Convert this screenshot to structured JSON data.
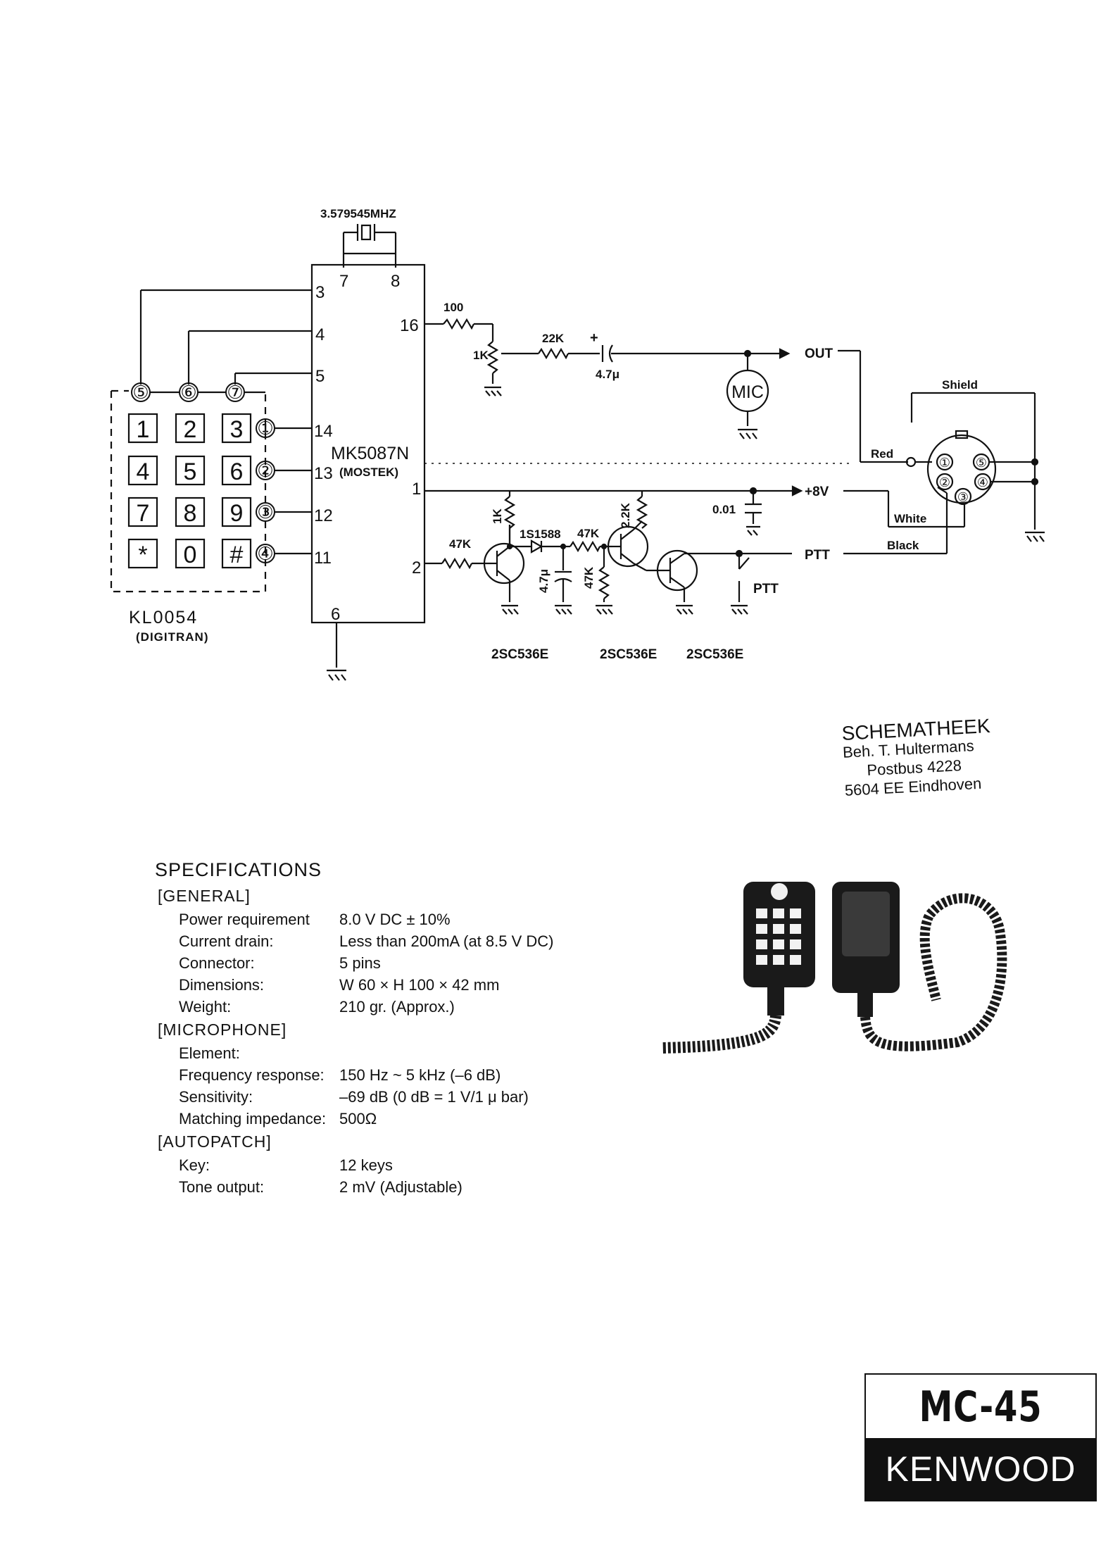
{
  "schematic": {
    "crystal": "3.579545MHZ",
    "ic_name": "MK5087N",
    "ic_maker": "(MOSTEK)",
    "ic_pins": {
      "p7": "7",
      "p8": "8",
      "p3": "3",
      "p4": "4",
      "p5": "5",
      "p16": "16",
      "p14": "14",
      "p13": "13",
      "p12": "12",
      "p11": "11",
      "p1": "1",
      "p2": "2",
      "p6": "6"
    },
    "keypad_name": "KL0054",
    "keypad_maker": "(DIGITRAN)",
    "keys": [
      "1",
      "2",
      "3",
      "4",
      "5",
      "6",
      "7",
      "8",
      "9",
      "*",
      "0",
      "#"
    ],
    "row_pins": [
      "①",
      "②",
      "③",
      "④"
    ],
    "col_pins": [
      "⑤",
      "⑥",
      "⑦"
    ],
    "resistors": {
      "r100": "100",
      "r1k_pot": "1K",
      "r22k": "22K",
      "r47k_in": "47K",
      "r1k_c": "1K",
      "r47k_mid": "47K",
      "r47k_lo": "47K",
      "r22k_c": "2.2K"
    },
    "capacitors": {
      "c47_out": "4.7μ",
      "c47_mid": "4.7μ",
      "c001": "0.01"
    },
    "diode": "1S1588",
    "mic": "MIC",
    "ptt_switch": "PTT",
    "transistors": [
      "2SC536E",
      "2SC536E",
      "2SC536E"
    ],
    "signals": {
      "out": "OUT",
      "v8": "+8V",
      "ptt": "PTT"
    },
    "wires": {
      "shield": "Shield",
      "red": "Red",
      "white": "White",
      "black": "Black"
    },
    "connector_pins": [
      "①",
      "②",
      "③",
      "④",
      "⑤"
    ]
  },
  "stamp": {
    "line1": "SCHEMATHEEK",
    "line2": "Beh. T. Hultermans",
    "line3": "Postbus 4228",
    "line4": "5604 EE  Eindhoven"
  },
  "specifications": {
    "title": "SPECIFICATIONS",
    "general_title": "[GENERAL]",
    "general": [
      {
        "label": "Power requirement",
        "value": "8.0 V DC ± 10%"
      },
      {
        "label": "Current drain:",
        "value": "Less than 200mA (at 8.5 V DC)"
      },
      {
        "label": "Connector:",
        "value": "5 pins"
      },
      {
        "label": "Dimensions:",
        "value": "W 60 × H 100 × 42 mm"
      },
      {
        "label": "Weight:",
        "value": "210 gr. (Approx.)"
      }
    ],
    "microphone_title": "[MICROPHONE]",
    "microphone": [
      {
        "label": "Element:",
        "value": ""
      },
      {
        "label": "Frequency response:",
        "value": "150 Hz ~ 5 kHz (–6 dB)"
      },
      {
        "label": "Sensitivity:",
        "value": "–69 dB (0 dB = 1 V/1 μ bar)"
      },
      {
        "label": "Matching impedance:",
        "value": "500Ω"
      }
    ],
    "autopatch_title": "[AUTOPATCH]",
    "autopatch": [
      {
        "label": "Key:",
        "value": "12 keys"
      },
      {
        "label": "Tone output:",
        "value": "2 mV (Adjustable)"
      }
    ]
  },
  "brand": {
    "model": "MC-45",
    "maker": "KENWOOD"
  }
}
